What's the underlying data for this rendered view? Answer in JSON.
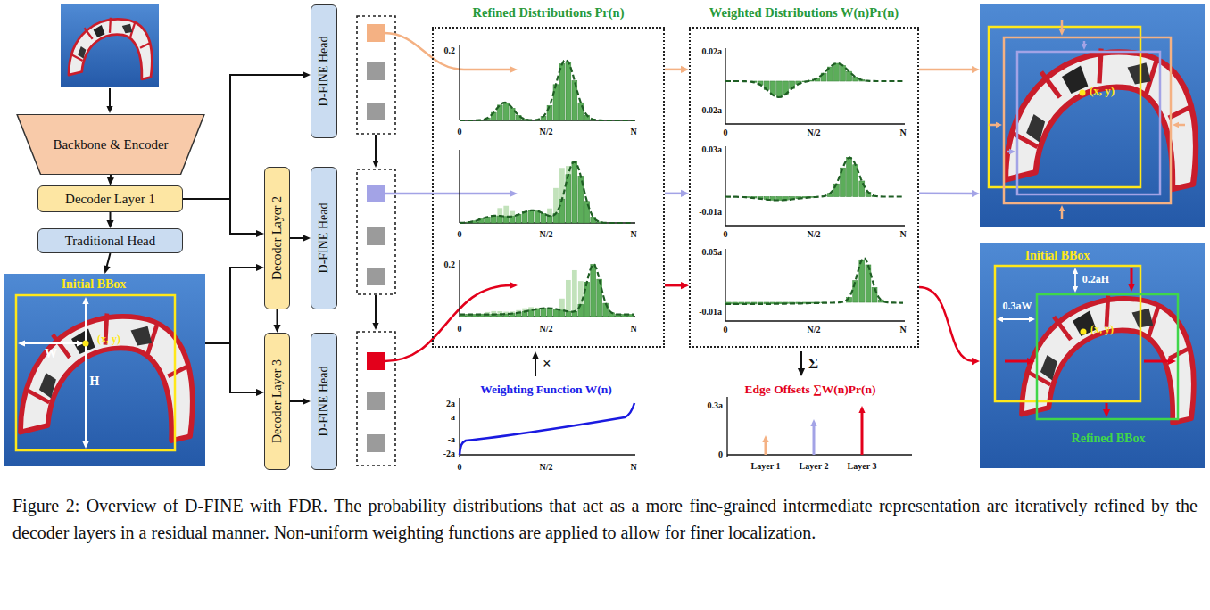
{
  "diagram": {
    "caption": "Figure 2: Overview of D-FINE with FDR. The probability distributions that act as a more fine-grained intermediate representation are iteratively refined by the decoder layers in a residual manner. Non-uniform weighting functions are applied to allow for finer localization.",
    "nodes": [
      {
        "text": [
          "Backbone & Encoder"
        ]
      },
      {
        "text": [
          "Decoder Layer 1"
        ]
      },
      {
        "text": [
          "Traditional Head"
        ]
      },
      {
        "text": [
          "Initial BBox",
          "W",
          "H",
          "(x, y)"
        ]
      },
      {
        "text": [
          "Decoder Layer 2"
        ]
      },
      {
        "text": [
          "Decoder Layer 3"
        ]
      },
      {
        "text": [
          "D-FINE Head"
        ]
      },
      {
        "text": [
          "D-FINE Head"
        ]
      },
      {
        "text": [
          "D-FINE Head"
        ]
      },
      {
        "text": [
          "Refined Distributions Pr(n)"
        ]
      },
      {
        "text": [
          "Weighted Distributions W(n)Pr(n)"
        ]
      },
      {
        "text": [
          "(x, y)"
        ]
      },
      {
        "text": [
          "Initial BBox",
          "0.2aH",
          "0.3aW",
          "(x, y)",
          "Refined BBox"
        ]
      }
    ],
    "edges": [
      {
        "from": 0,
        "to": 1,
        "arrow": "to"
      },
      {
        "from": 1,
        "to": 2,
        "arrow": "to"
      },
      {
        "from": 2,
        "to": 3,
        "arrow": "to"
      },
      {
        "from": 1,
        "to": 6,
        "arrow": "to"
      },
      {
        "from": 1,
        "to": 4,
        "arrow": "to"
      },
      {
        "from": 3,
        "to": 4,
        "arrow": "to"
      },
      {
        "from": 3,
        "to": 5,
        "arrow": "to"
      },
      {
        "from": 4,
        "to": 5,
        "arrow": "to"
      },
      {
        "from": 4,
        "to": 7,
        "arrow": "to"
      },
      {
        "from": 5,
        "to": 8,
        "arrow": "to"
      },
      {
        "from": 9,
        "to": 10,
        "arrow": "to"
      },
      {
        "from": 9,
        "to": 10,
        "arrow": "to"
      },
      {
        "from": 9,
        "to": 10,
        "arrow": "to"
      },
      {
        "from": 10,
        "to": 11,
        "arrow": "to"
      },
      {
        "from": 10,
        "to": 11,
        "arrow": "to"
      },
      {
        "from": 10,
        "to": 12,
        "arrow": "to"
      }
    ],
    "labels": [
      "0.2",
      "0",
      "N/2",
      "N",
      "0",
      "N/2",
      "N",
      "0.2",
      "0",
      "N/2",
      "N",
      "0.02a",
      "-0.02a",
      "0",
      "N/2",
      "N",
      "0.03a",
      "-0.01a",
      "0",
      "N/2",
      "N",
      "0.05a",
      "-0.01a",
      "0",
      "N/2",
      "N",
      "×",
      "Weighting Function W(n)",
      "2a",
      "a",
      "-a",
      "-2a",
      "0",
      "N/2",
      "N",
      "Σ",
      "Edge Offsets ∑W(n)Pr(n)",
      "0.3a",
      "0",
      "Layer 1",
      "Layer 2",
      "Layer 3"
    ]
  }
}
